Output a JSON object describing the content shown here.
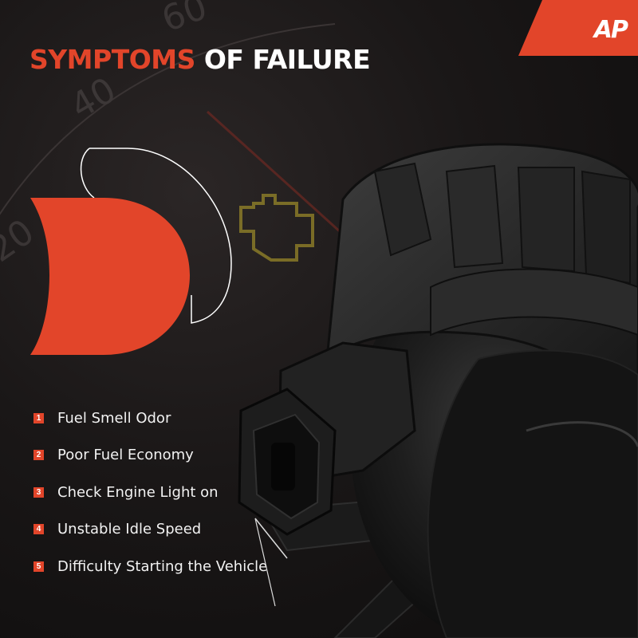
{
  "brand": {
    "logo_text": "AP",
    "accent_color": "#e2452a"
  },
  "heading": {
    "accent_word": "SYMPTOMS",
    "rest": "OF FAILURE"
  },
  "background": {
    "gauge_numbers": [
      "40",
      "20",
      "60"
    ]
  },
  "symptoms": [
    {
      "number": "1",
      "label": "Fuel Smell Odor"
    },
    {
      "number": "2",
      "label": "Poor Fuel Economy"
    },
    {
      "number": "3",
      "label": "Check Engine Light on"
    },
    {
      "number": "4",
      "label": "Unstable Idle Speed"
    },
    {
      "number": "5",
      "label": "Difficulty Starting the Vehicle"
    }
  ],
  "icons": [
    "check-engine-icon",
    "brand-logo-icon"
  ]
}
